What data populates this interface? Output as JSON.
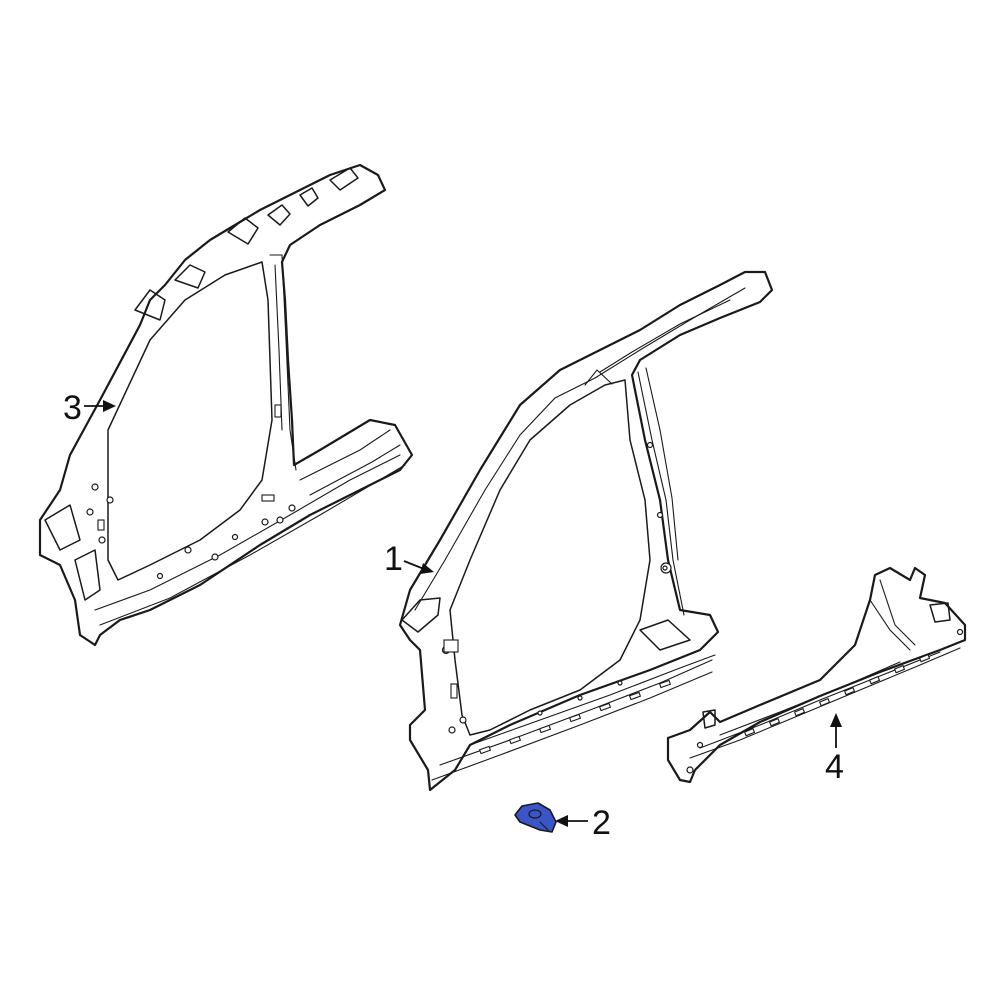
{
  "callouts": [
    {
      "id": "1",
      "label": "1"
    },
    {
      "id": "2",
      "label": "2"
    },
    {
      "id": "3",
      "label": "3"
    },
    {
      "id": "4",
      "label": "4"
    }
  ],
  "colors": {
    "highlight_part": "#3a55c8",
    "line": "#1a1a1a",
    "background": "#ffffff"
  },
  "parts": [
    {
      "callout": "1",
      "name": "inner-body-side-panel"
    },
    {
      "callout": "2",
      "name": "small-bracket"
    },
    {
      "callout": "3",
      "name": "outer-body-side-panel"
    },
    {
      "callout": "4",
      "name": "rocker-panel-reinforcement"
    }
  ]
}
